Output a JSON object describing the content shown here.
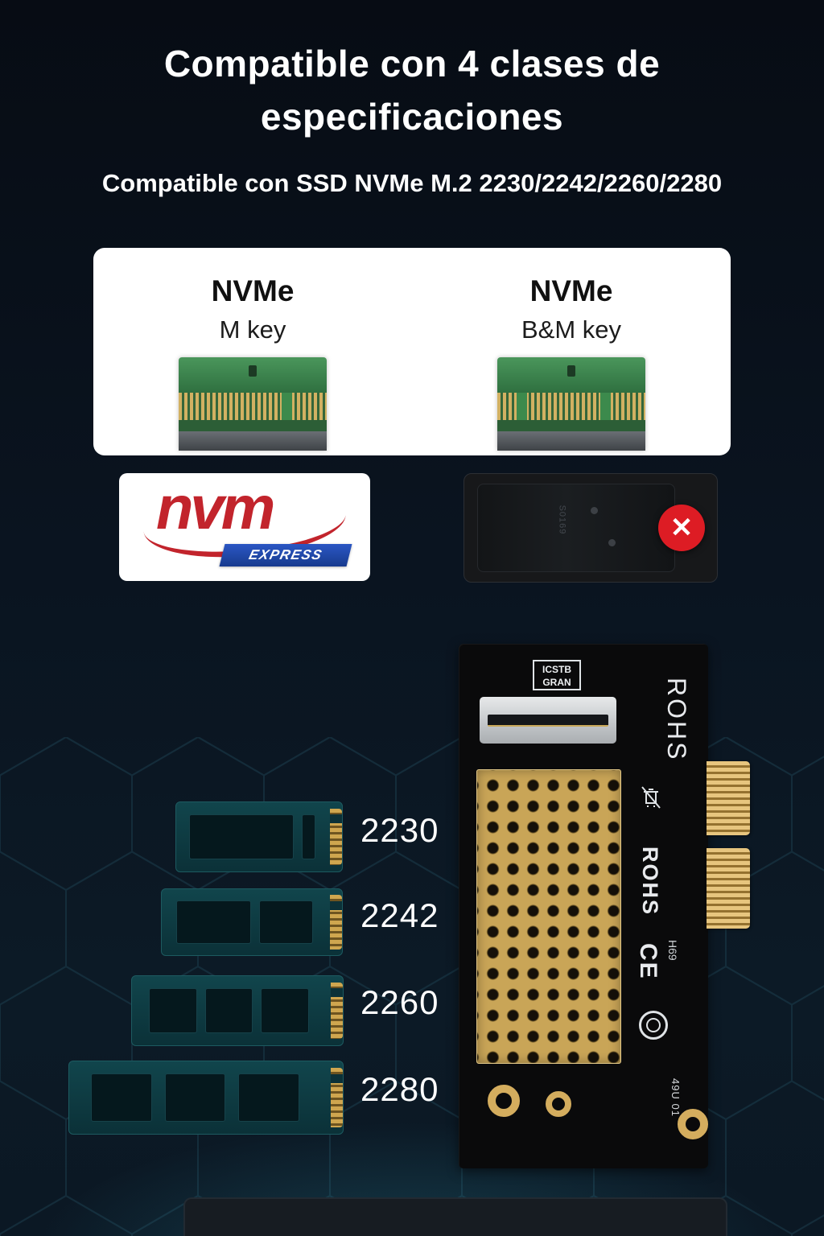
{
  "header": {
    "title_line1": "Compatible con 4 clases de",
    "title_line2": "especificaciones",
    "subtitle": "Compatible con SSD NVMe M.2 2230/2242/2260/2280"
  },
  "compat_card": {
    "left": {
      "name": "NVMe",
      "key": "M key"
    },
    "right": {
      "name": "NVMe",
      "key": "B&M key"
    }
  },
  "nvme_logo": {
    "main": "nvm",
    "sub": "EXPRESS"
  },
  "incompatible_card": {
    "badge_glyph": "✕",
    "pcb_marking": "S0169"
  },
  "ssd_sizes": {
    "labels": [
      "2230",
      "2242",
      "2260",
      "2280"
    ]
  },
  "adapter_card": {
    "label_line1": "ICSTB",
    "label_line2": "GRAN",
    "rohs_vertical_top": "ROHS",
    "rohs_vertical_side": "ROHS",
    "ce_mark": "CE",
    "small_mark": "H69",
    "serial_mark": "49U 01"
  },
  "colors": {
    "background_top": "#070c14",
    "accent_red": "#dd1c24",
    "pcb_teal": "#0d3a42",
    "gold": "#d2ab5c"
  }
}
